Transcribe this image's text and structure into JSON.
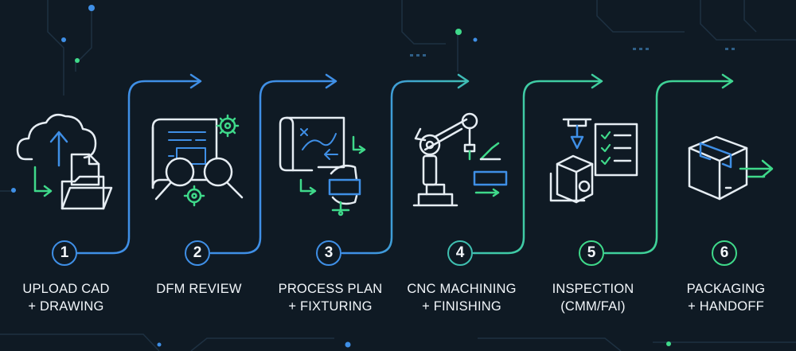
{
  "steps": [
    {
      "number": "1",
      "line1": "UPLOAD CAD",
      "line2": "+ DRAWING",
      "icon": "cloud-upload-folder-icon",
      "color": "#3f8fe6"
    },
    {
      "number": "2",
      "line1": "DFM REVIEW",
      "line2": "",
      "icon": "blueprint-magnifier-icon",
      "color": "#3f8fe6"
    },
    {
      "number": "3",
      "line1": "PROCESS PLAN",
      "line2": "+ FIXTURING",
      "icon": "process-map-clamp-icon",
      "color": "#3f8fe6"
    },
    {
      "number": "4",
      "line1": "CNC MACHINING",
      "line2": "+ FINISHING",
      "icon": "robot-arm-icon",
      "color": "#3fbfb0"
    },
    {
      "number": "5",
      "line1": "INSPECTION",
      "line2": "(CMM/FAI)",
      "icon": "cmm-checklist-icon",
      "color": "#3fd98a"
    },
    {
      "number": "6",
      "line1": "PACKAGING",
      "line2": "+ HANDOFF",
      "icon": "package-box-icon",
      "color": "#3fd98a"
    }
  ],
  "colors": {
    "background": "#0f1a24",
    "blue": "#3f8fe6",
    "green": "#3fd98a",
    "text": "#f2f6fa"
  }
}
